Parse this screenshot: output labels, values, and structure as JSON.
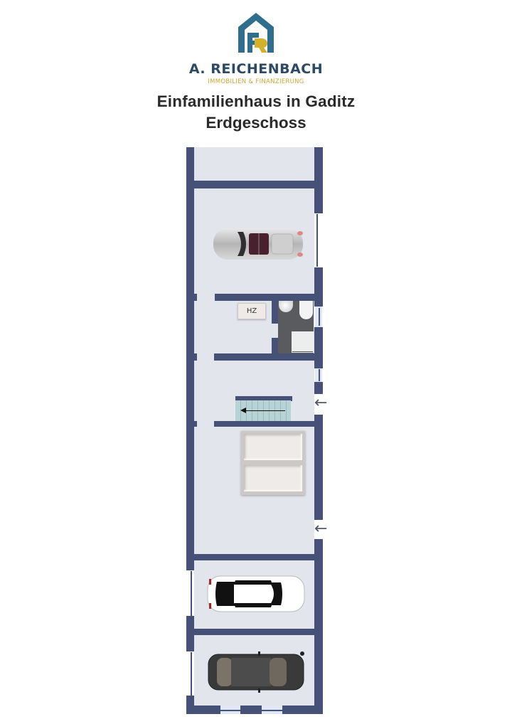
{
  "brand": {
    "logo_icon": "house-fr-logo-icon",
    "name": "A. REICHENBACH",
    "tagline": "IMMOBILIEN & FINANZIERUNG",
    "colors": {
      "primary": "#2c4a64",
      "accent": "#c9a832",
      "logo_teal": "#2f6e8c"
    }
  },
  "title": {
    "line1": "Einfamilienhaus in Gaditz",
    "line2": "Erdgeschoss"
  },
  "floorplan": {
    "colors": {
      "wall": "#465177",
      "floor": "#e2e5ec",
      "bath_floor": "#5a5b5e",
      "stairs": "#b8d3d6"
    },
    "rooms": [
      {
        "name": "top-room"
      },
      {
        "name": "garage-1",
        "object": "silver-convertible-car-icon"
      },
      {
        "name": "utility-room",
        "label": "HZ"
      },
      {
        "name": "bathroom",
        "objects": [
          "sink-icon",
          "toilet-icon",
          "shower-icon"
        ]
      },
      {
        "name": "hallway",
        "object": "stairs-icon"
      },
      {
        "name": "bedroom",
        "object": "double-bed-icon"
      },
      {
        "name": "garage-2",
        "object": "white-sedan-car-icon"
      },
      {
        "name": "garage-3",
        "object": "black-sedan-car-icon"
      }
    ],
    "labels": {
      "heating": "HZ"
    },
    "entrances": [
      {
        "name": "entrance-arrow-1",
        "glyph": "←"
      },
      {
        "name": "entrance-arrow-2",
        "glyph": "←"
      }
    ],
    "stairs_arrow": "←"
  }
}
